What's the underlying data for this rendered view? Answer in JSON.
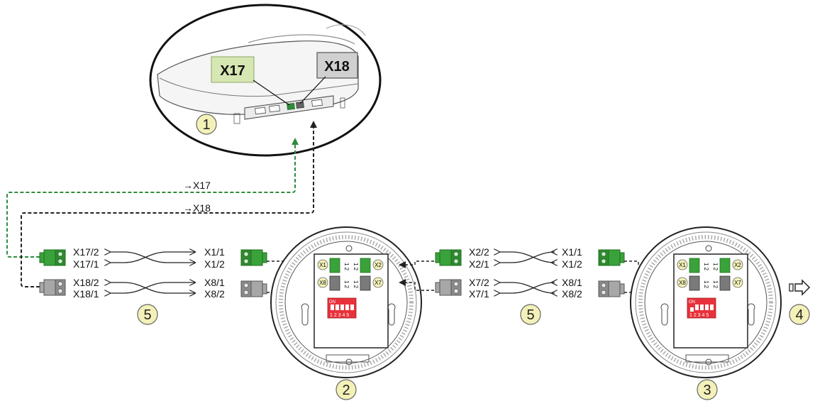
{
  "colors": {
    "green": "#3aa23a",
    "green_dark": "#1f6e1f",
    "gray": "#9a9a9a",
    "gray_dark": "#555555",
    "callout_fill": "#f3f1b8",
    "callout_stroke": "#666666",
    "x17_tag_fill": "#d7e7b3",
    "x18_tag_fill": "#d0d0d0",
    "dip_red": "#e8313b",
    "green_dashed": "#2e8b3c",
    "black_dashed": "#222222"
  },
  "controller": {
    "tag_x17": "X17",
    "tag_x18": "X18",
    "callout": "1"
  },
  "cable_labels": {
    "to_x17": "→X17",
    "to_x18": "→X18"
  },
  "cable1": {
    "left_top": "X17/2",
    "left_bottom": "X17/1",
    "right_top": "X1/1",
    "right_bottom": "X1/2",
    "left_top2": "X18/2",
    "left_bottom2": "X18/1",
    "right_top2": "X8/1",
    "right_bottom2": "X8/2",
    "callout": "5"
  },
  "cable2": {
    "left_top": "X2/2",
    "left_bottom": "X2/1",
    "right_top": "X1/1",
    "right_bottom": "X1/2",
    "left_top2": "X7/2",
    "left_bottom2": "X7/1",
    "right_top2": "X8/1",
    "right_bottom2": "X8/2",
    "callout": "5"
  },
  "device1": {
    "callout": "2",
    "x1": "X1",
    "x2": "X2",
    "x7": "X7",
    "x8": "X8",
    "pins": "1 2",
    "dip_on": "ON",
    "dip_numbers": "1 2 3 4 5"
  },
  "device2": {
    "callout": "3",
    "x1": "X1",
    "x2": "X2",
    "x7": "X7",
    "x8": "X8",
    "pins": "1 2",
    "dip_on": "ON",
    "dip_numbers": "1 2 3 4 5"
  },
  "continue_callout": "4"
}
